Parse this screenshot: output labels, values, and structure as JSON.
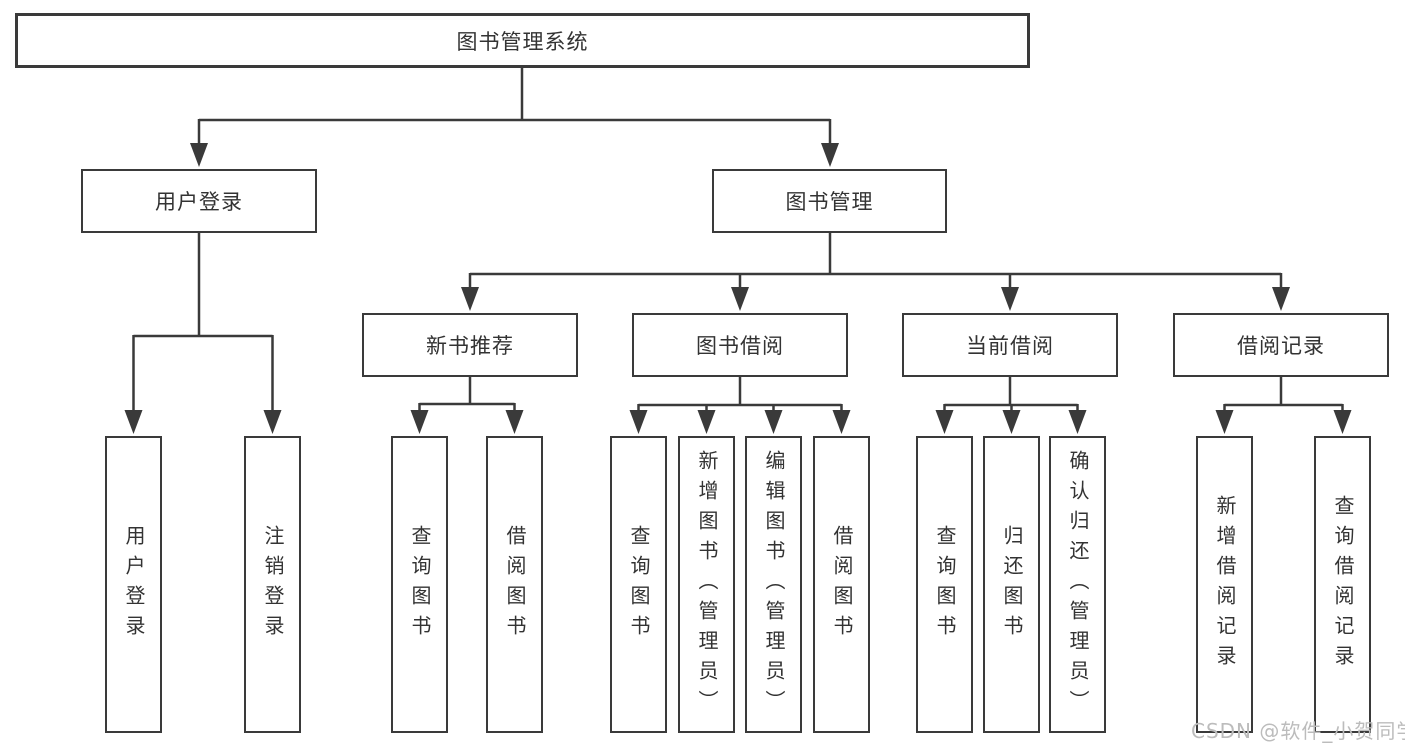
{
  "diagram": {
    "type": "hierarchy-tree",
    "colors": {
      "background": "#ffffff",
      "line": "#3a3a3a",
      "box_border": "#3a3a3a",
      "text": "#333333",
      "watermark": "#bcbcbc"
    },
    "nodes": {
      "root": "图书管理系统",
      "user_login": "用户登录",
      "book_mgmt": "图书管理",
      "new_book_rec": "新书推荐",
      "book_borrow": "图书借阅",
      "current_borrow": "当前借阅",
      "borrow_record": "借阅记录",
      "ul_login": "用户登录",
      "ul_logout": "注销登录",
      "nb_query": "查询图书",
      "nb_borrow": "借阅图书",
      "bb_query": "查询图书",
      "bb_add": "新增图书（管理员）",
      "bb_edit": "编辑图书（管理员）",
      "bb_borrow": "借阅图书",
      "cb_query": "查询图书",
      "cb_return": "归还图书",
      "cb_confirm": "确认归还（管理员）",
      "br_add": "新增借阅记录",
      "br_query": "查询借阅记录"
    },
    "hierarchy": {
      "root": [
        "user_login",
        "book_mgmt"
      ],
      "user_login": [
        "ul_login",
        "ul_logout"
      ],
      "book_mgmt": [
        "new_book_rec",
        "book_borrow",
        "current_borrow",
        "borrow_record"
      ],
      "new_book_rec": [
        "nb_query",
        "nb_borrow"
      ],
      "book_borrow": [
        "bb_query",
        "bb_add",
        "bb_edit",
        "bb_borrow"
      ],
      "current_borrow": [
        "cb_query",
        "cb_return",
        "cb_confirm"
      ],
      "borrow_record": [
        "br_add",
        "br_query"
      ]
    },
    "watermark": "CSDN @软件_小贺同学"
  }
}
